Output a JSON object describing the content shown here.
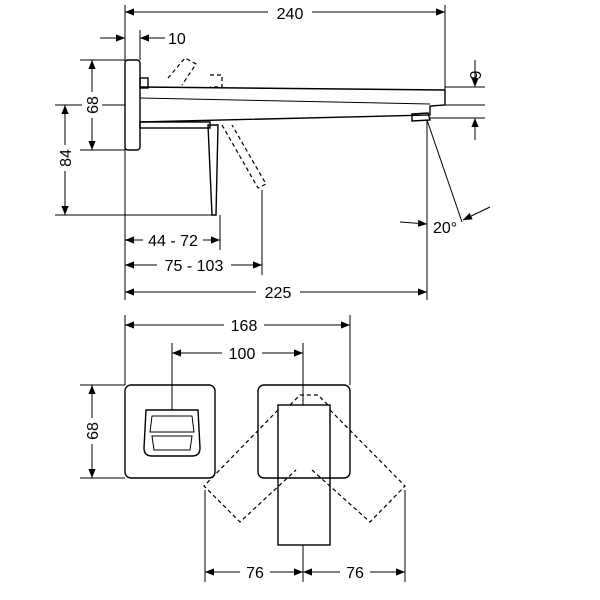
{
  "drawing": {
    "side_view": {
      "overall_length": "240",
      "plate_thickness": "10",
      "plate_height": "68",
      "lever_height": "84",
      "spout_tip": "9",
      "spout_angle": "20°",
      "lever_range_1": "44 - 72",
      "lever_range_2": "75 - 103",
      "spout_projection": "225"
    },
    "front_view": {
      "overall_width": "168",
      "center_distance": "100",
      "plate_height": "68",
      "lever_swing_left": "76",
      "lever_swing_right": "76"
    }
  }
}
